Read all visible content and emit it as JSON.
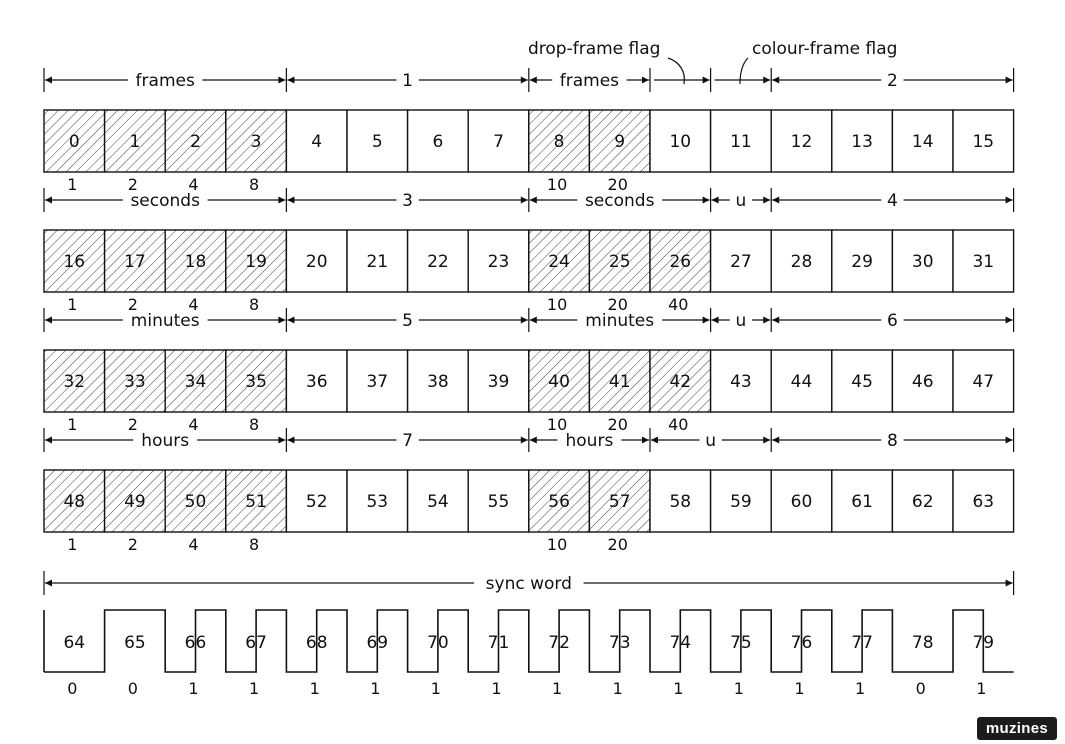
{
  "rows": [
    {
      "cells": [
        "0",
        "1",
        "2",
        "3",
        "4",
        "5",
        "6",
        "7",
        "8",
        "9",
        "10",
        "11",
        "12",
        "13",
        "14",
        "15"
      ],
      "hatched": [
        0,
        1,
        2,
        3,
        8,
        9
      ],
      "weights": [
        {
          "cell": 0,
          "text": "1"
        },
        {
          "cell": 1,
          "text": "2"
        },
        {
          "cell": 2,
          "text": "4"
        },
        {
          "cell": 3,
          "text": "8"
        },
        {
          "cell": 8,
          "text": "10"
        },
        {
          "cell": 9,
          "text": "20"
        }
      ],
      "segments": [
        {
          "from": 0,
          "to": 4,
          "label": "frames"
        },
        {
          "from": 4,
          "to": 8,
          "label": "1"
        },
        {
          "from": 8,
          "to": 10,
          "label": "frames"
        },
        {
          "from": 10,
          "to": 11,
          "label": ""
        },
        {
          "from": 11,
          "to": 12,
          "label": ""
        },
        {
          "from": 12,
          "to": 16,
          "label": "2"
        }
      ]
    },
    {
      "cells": [
        "16",
        "17",
        "18",
        "19",
        "20",
        "21",
        "22",
        "23",
        "24",
        "25",
        "26",
        "27",
        "28",
        "29",
        "30",
        "31"
      ],
      "hatched": [
        0,
        1,
        2,
        3,
        8,
        9,
        10
      ],
      "weights": [
        {
          "cell": 0,
          "text": "1"
        },
        {
          "cell": 1,
          "text": "2"
        },
        {
          "cell": 2,
          "text": "4"
        },
        {
          "cell": 3,
          "text": "8"
        },
        {
          "cell": 8,
          "text": "10"
        },
        {
          "cell": 9,
          "text": "20"
        },
        {
          "cell": 10,
          "text": "40"
        }
      ],
      "segments": [
        {
          "from": 0,
          "to": 4,
          "label": "seconds"
        },
        {
          "from": 4,
          "to": 8,
          "label": "3"
        },
        {
          "from": 8,
          "to": 11,
          "label": "seconds"
        },
        {
          "from": 11,
          "to": 12,
          "label": "u"
        },
        {
          "from": 12,
          "to": 16,
          "label": "4"
        }
      ]
    },
    {
      "cells": [
        "32",
        "33",
        "34",
        "35",
        "36",
        "37",
        "38",
        "39",
        "40",
        "41",
        "42",
        "43",
        "44",
        "45",
        "46",
        "47"
      ],
      "hatched": [
        0,
        1,
        2,
        3,
        8,
        9,
        10
      ],
      "weights": [
        {
          "cell": 0,
          "text": "1"
        },
        {
          "cell": 1,
          "text": "2"
        },
        {
          "cell": 2,
          "text": "4"
        },
        {
          "cell": 3,
          "text": "8"
        },
        {
          "cell": 8,
          "text": "10"
        },
        {
          "cell": 9,
          "text": "20"
        },
        {
          "cell": 10,
          "text": "40"
        }
      ],
      "segments": [
        {
          "from": 0,
          "to": 4,
          "label": "minutes"
        },
        {
          "from": 4,
          "to": 8,
          "label": "5"
        },
        {
          "from": 8,
          "to": 11,
          "label": "minutes"
        },
        {
          "from": 11,
          "to": 12,
          "label": "u"
        },
        {
          "from": 12,
          "to": 16,
          "label": "6"
        }
      ]
    },
    {
      "cells": [
        "48",
        "49",
        "50",
        "51",
        "52",
        "53",
        "54",
        "55",
        "56",
        "57",
        "58",
        "59",
        "60",
        "61",
        "62",
        "63"
      ],
      "hatched": [
        0,
        1,
        2,
        3,
        8,
        9
      ],
      "weights": [
        {
          "cell": 0,
          "text": "1"
        },
        {
          "cell": 1,
          "text": "2"
        },
        {
          "cell": 2,
          "text": "4"
        },
        {
          "cell": 3,
          "text": "8"
        },
        {
          "cell": 8,
          "text": "10"
        },
        {
          "cell": 9,
          "text": "20"
        }
      ],
      "segments": [
        {
          "from": 0,
          "to": 4,
          "label": "hours"
        },
        {
          "from": 4,
          "to": 8,
          "label": "7"
        },
        {
          "from": 8,
          "to": 10,
          "label": "hours"
        },
        {
          "from": 10,
          "to": 12,
          "label": "u"
        },
        {
          "from": 12,
          "to": 16,
          "label": "8"
        }
      ]
    }
  ],
  "flags": {
    "drop_frame": "drop-frame flag",
    "colour_frame": "colour-frame flag"
  },
  "sync": {
    "label": "sync word",
    "cells": [
      "64",
      "65",
      "66",
      "67",
      "68",
      "69",
      "70",
      "71",
      "72",
      "73",
      "74",
      "75",
      "76",
      "77",
      "78",
      "79"
    ],
    "bits": [
      "0",
      "0",
      "1",
      "1",
      "1",
      "1",
      "1",
      "1",
      "1",
      "1",
      "1",
      "1",
      "1",
      "1",
      "0",
      "1"
    ]
  },
  "badge": "muzines"
}
